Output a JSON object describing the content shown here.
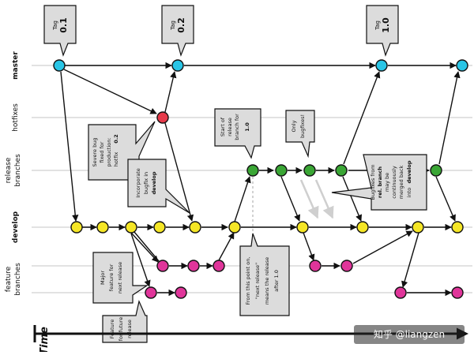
{
  "lanes": {
    "master": "master",
    "hotfixes": "hotfixes",
    "release_line1": "release",
    "release_line2": "branches",
    "develop": "develop",
    "feature_line1": "feature",
    "feature_line2": "branches"
  },
  "tags": [
    {
      "small": "Tag",
      "big": "0.1"
    },
    {
      "small": "Tag",
      "big": "0.2"
    },
    {
      "small": "Tag",
      "big": "1.0"
    }
  ],
  "callouts": {
    "severe_bug": [
      "Severe bug",
      "fixed for",
      "production:",
      "hotfix",
      "0.2"
    ],
    "incorporate": [
      "Incorporate",
      "bugfix in",
      "develop"
    ],
    "start_release": [
      "Start of",
      "release",
      "branch for",
      "1.0"
    ],
    "only_bugfixes": [
      "Only",
      "bugfixes!"
    ],
    "bugfixes_release": [
      "Bugfixes from",
      "rel. branch",
      "may be",
      "continuously",
      "merged back",
      "into",
      "develop"
    ],
    "major_feature": [
      "Major",
      "feature for",
      "next release"
    ],
    "from_this_point": [
      "From this point on,",
      "\"next release\"",
      "means the release",
      "after 1.0"
    ],
    "feature_future": [
      "Feature",
      "for future",
      "release"
    ]
  },
  "time_label": "Time",
  "watermark": "知乎 @liangzen",
  "colors": {
    "master": "#29c5e6",
    "hotfix": "#e63a4a",
    "release": "#3aa635",
    "develop": "#f5e626",
    "feature": "#e0359a",
    "callout": "#dcdcdc"
  }
}
